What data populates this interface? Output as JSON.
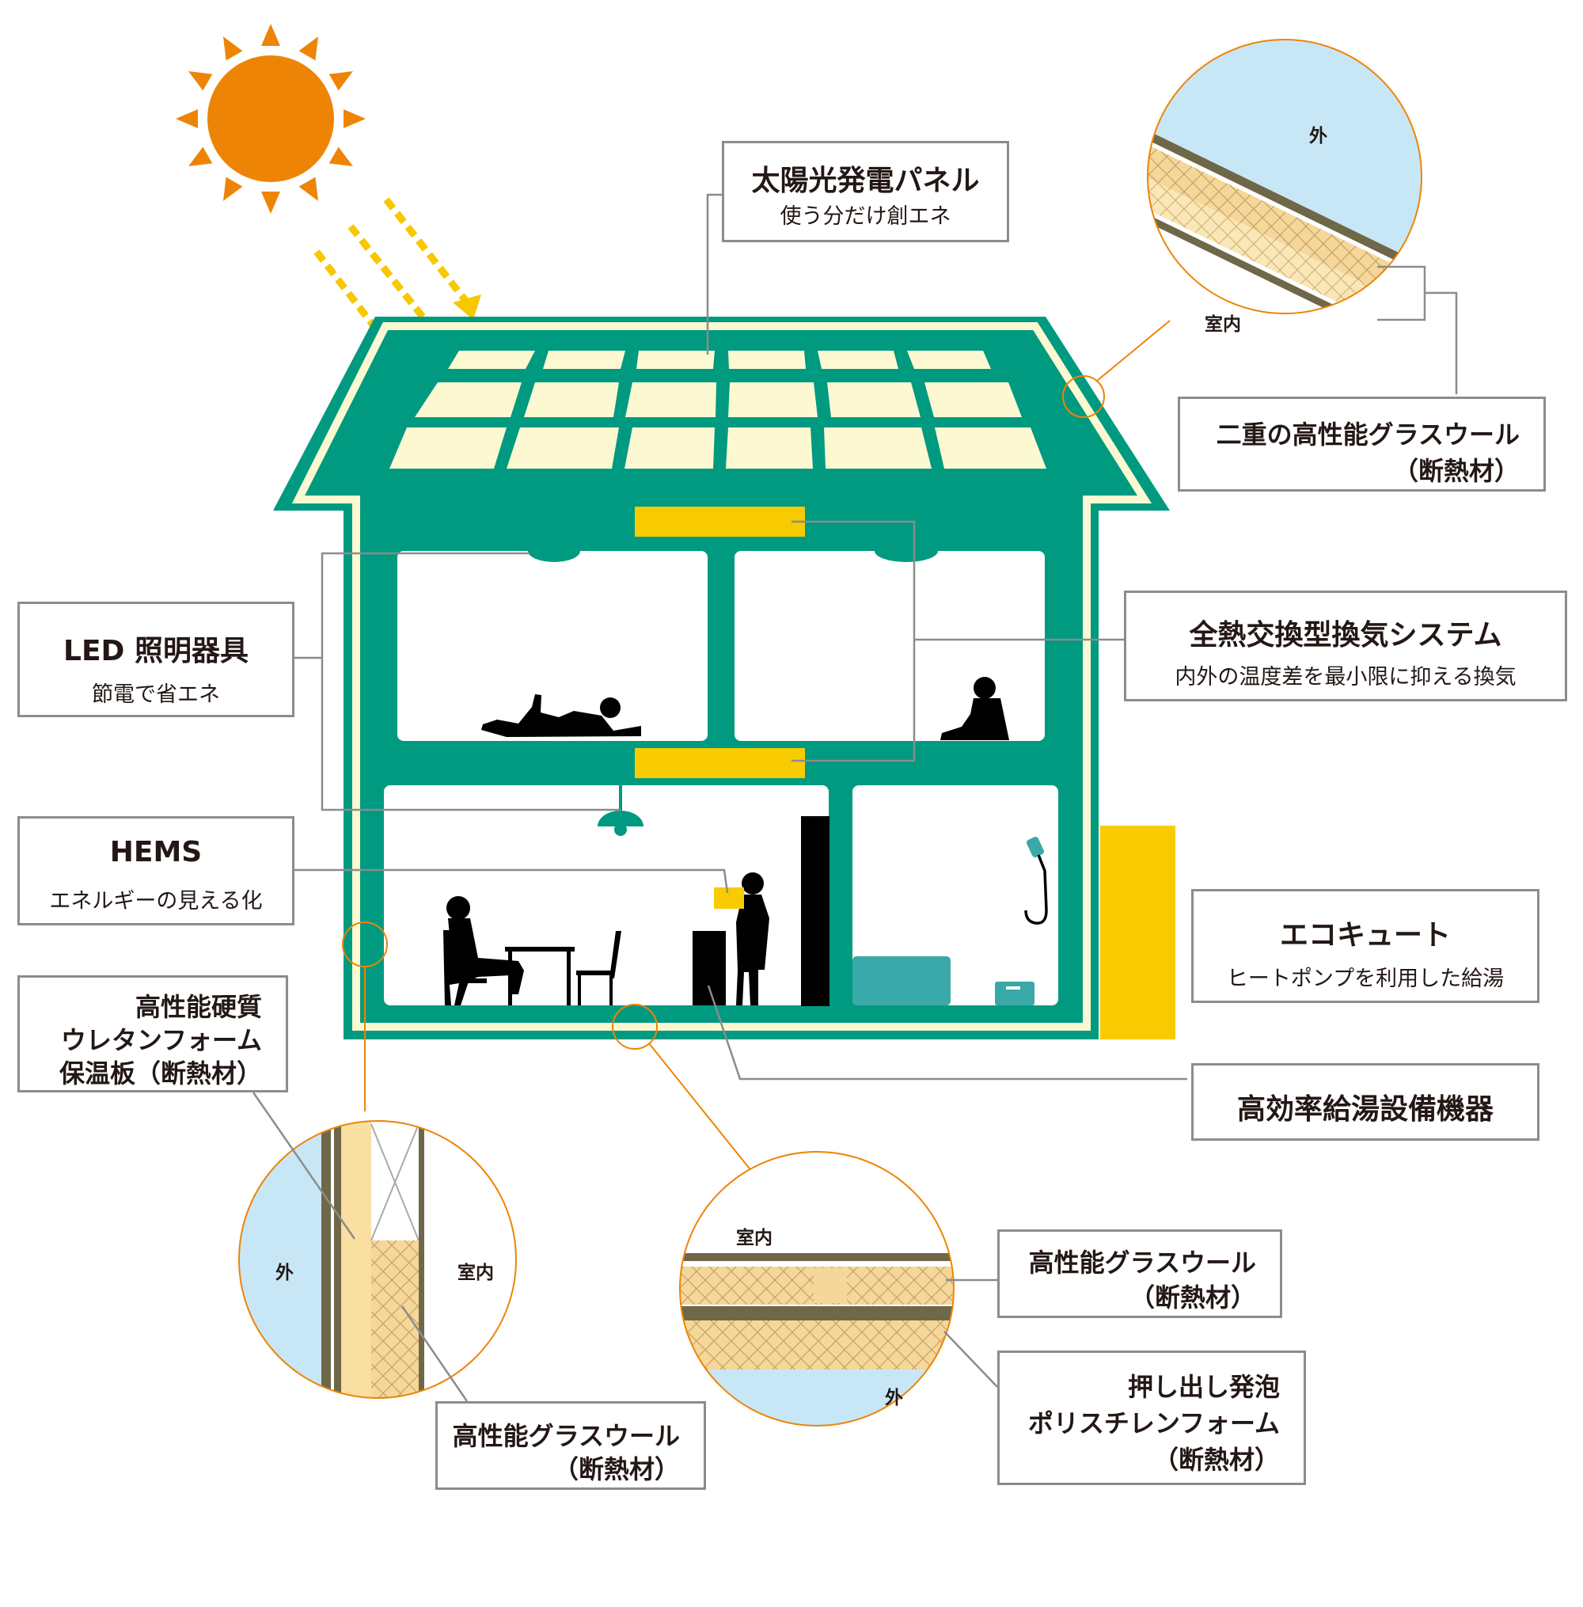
{
  "labels": {
    "solar_panel": {
      "title": "太陽光発電パネル",
      "sub": "使う分だけ創エネ"
    },
    "roof_insulation": {
      "line1": "二重の高性能グラスウール",
      "line2": "（断熱材）"
    },
    "ventilation": {
      "title": "全熱交換型換気システム",
      "sub": "内外の温度差を最小限に抑える換気"
    },
    "led": {
      "title": "LED 照明器具",
      "sub": "節電で省エネ"
    },
    "hems": {
      "title": "HEMS",
      "sub": "エネルギーの見える化"
    },
    "ecocute": {
      "title": "エコキュート",
      "sub": "ヒートポンプを利用した給湯"
    },
    "water_heater": {
      "title": "高効率給湯設備機器"
    },
    "urethane": {
      "line1": "高性能硬質",
      "line2": "ウレタンフォーム",
      "line3": "保温板（断熱材）"
    },
    "wall_glasswool": {
      "line1": "高性能グラスウール",
      "line2": "（断熱材）"
    },
    "floor_glasswool": {
      "line1": "高性能グラスウール",
      "line2": "（断熱材）"
    },
    "polystyrene": {
      "line1": "押し出し発泡",
      "line2": "ポリスチレンフォーム",
      "line3": "（断熱材）"
    }
  },
  "circles": {
    "roof": {
      "outside": "外",
      "inside": "室内"
    },
    "wall": {
      "outside": "外",
      "inside": "室内"
    },
    "floor": {
      "outside": "外",
      "inside": "室内"
    }
  },
  "colors": {
    "house_green": "#009a80",
    "cream": "#fcf9d2",
    "sun_orange": "#ee8406",
    "arrow_yellow": "#f7c800",
    "equipment_yellow": "#f8cb00",
    "bath_teal": "#3aa8a8",
    "sky_blue": "#c8e7f6",
    "insulation_tan": "#f6d79a",
    "layer_olive": "#6e6848",
    "leader_gray": "#8c8c8c",
    "leader_orange": "#ee8406"
  },
  "icons": [
    "sun-icon",
    "sunlight-arrow-icon",
    "person-lying-icon",
    "person-sitting-icon",
    "person-chair-icon",
    "person-standing-icon",
    "pendant-lamp-icon",
    "shower-icon",
    "bathtub-icon",
    "stool-icon",
    "table-icon",
    "chair-icon"
  ]
}
